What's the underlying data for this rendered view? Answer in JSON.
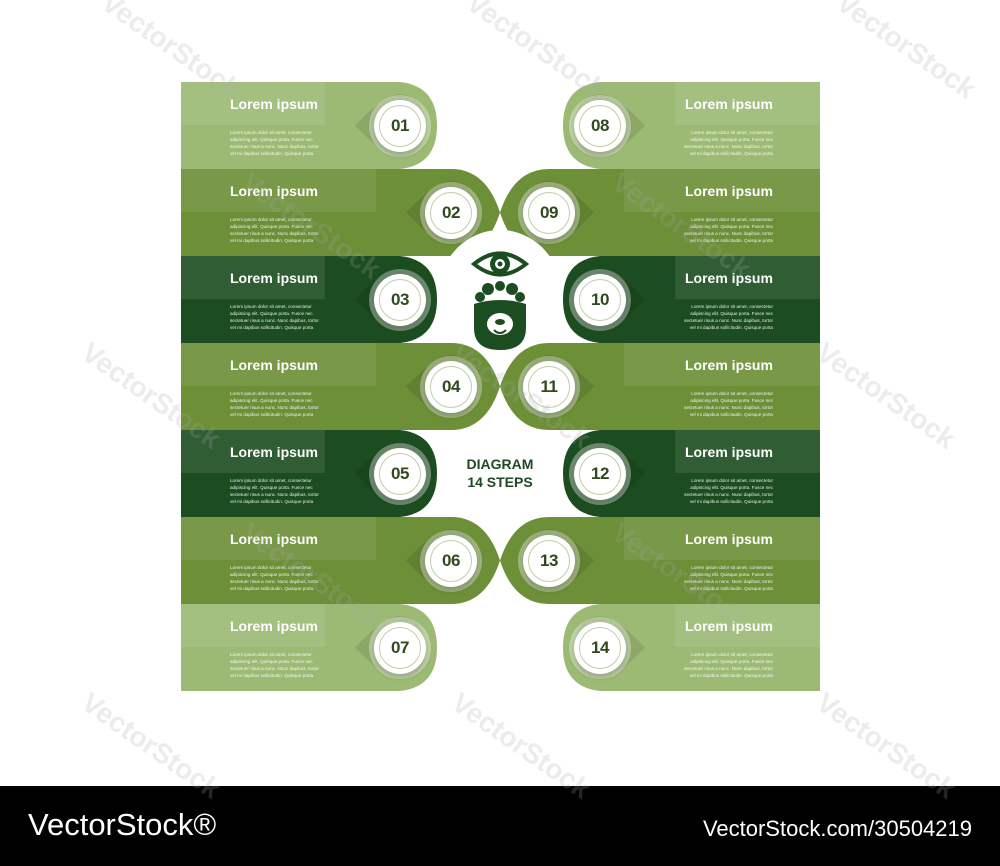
{
  "diagram": {
    "caption_line1": "DIAGRAM",
    "caption_line2": "14 STEPS",
    "colors": {
      "light": "#9cba74",
      "mid": "#6c8f38",
      "dark": "#1c4d20",
      "icon": "#1c4d20"
    },
    "steps": [
      {
        "number": "01",
        "title": "Lorem ipsum",
        "text": "Lorem ipsum dolor sit amet, consectetur adipiscing elit. Quisque porta. Fusce nec sectetuer risus a nunc. Nunc dapibus, tortor vel mi dapibus sollicitudin. Quisque porta",
        "tone": "light"
      },
      {
        "number": "02",
        "title": "Lorem ipsum",
        "text": "Lorem ipsum dolor sit amet, consectetur adipiscing elit. Quisque porta. Fusce nec sectetuer risus a nunc. Nunc dapibus, tortor vel mi dapibus sollicitudin. Quisque porta",
        "tone": "mid"
      },
      {
        "number": "03",
        "title": "Lorem ipsum",
        "text": "Lorem ipsum dolor sit amet, consectetur adipiscing elit. Quisque porta. Fusce nec sectetuer risus a nunc. Nunc dapibus, tortor vel mi dapibus sollicitudin. Quisque porta",
        "tone": "dark"
      },
      {
        "number": "04",
        "title": "Lorem ipsum",
        "text": "Lorem ipsum dolor sit amet, consectetur adipiscing elit. Quisque porta. Fusce nec sectetuer risus a nunc. Nunc dapibus, tortor vel mi dapibus sollicitudin. Quisque porta",
        "tone": "mid"
      },
      {
        "number": "05",
        "title": "Lorem ipsum",
        "text": "Lorem ipsum dolor sit amet, consectetur adipiscing elit. Quisque porta. Fusce nec sectetuer risus a nunc. Nunc dapibus, tortor vel mi dapibus sollicitudin. Quisque porta",
        "tone": "dark"
      },
      {
        "number": "06",
        "title": "Lorem ipsum",
        "text": "Lorem ipsum dolor sit amet, consectetur adipiscing elit. Quisque porta. Fusce nec sectetuer risus a nunc. Nunc dapibus, tortor vel mi dapibus sollicitudin. Quisque porta",
        "tone": "mid"
      },
      {
        "number": "07",
        "title": "Lorem ipsum",
        "text": "Lorem ipsum dolor sit amet, consectetur adipiscing elit. Quisque porta. Fusce nec sectetuer risus a nunc. Nunc dapibus, tortor vel mi dapibus sollicitudin. Quisque porta",
        "tone": "light"
      },
      {
        "number": "08",
        "title": "Lorem ipsum",
        "text": "Lorem ipsum dolor sit amet, consectetur adipiscing elit. Quisque porta. Fusce nec sectetuer risus a nunc. Nunc dapibus, tortor vel mi dapibus sollicitudin. Quisque porta",
        "tone": "light"
      },
      {
        "number": "09",
        "title": "Lorem ipsum",
        "text": "Lorem ipsum dolor sit amet, consectetur adipiscing elit. Quisque porta. Fusce nec sectetuer risus a nunc. Nunc dapibus, tortor vel mi dapibus sollicitudin. Quisque porta",
        "tone": "mid"
      },
      {
        "number": "10",
        "title": "Lorem ipsum",
        "text": "Lorem ipsum dolor sit amet, consectetur adipiscing elit. Quisque porta. Fusce nec sectetuer risus a nunc. Nunc dapibus, tortor vel mi dapibus sollicitudin. Quisque porta",
        "tone": "dark"
      },
      {
        "number": "11",
        "title": "Lorem ipsum",
        "text": "Lorem ipsum dolor sit amet, consectetur adipiscing elit. Quisque porta. Fusce nec sectetuer risus a nunc. Nunc dapibus, tortor vel mi dapibus sollicitudin. Quisque porta",
        "tone": "mid"
      },
      {
        "number": "12",
        "title": "Lorem ipsum",
        "text": "Lorem ipsum dolor sit amet, consectetur adipiscing elit. Quisque porta. Fusce nec sectetuer risus a nunc. Nunc dapibus, tortor vel mi dapibus sollicitudin. Quisque porta",
        "tone": "dark"
      },
      {
        "number": "13",
        "title": "Lorem ipsum",
        "text": "Lorem ipsum dolor sit amet, consectetur adipiscing elit. Quisque porta. Fusce nec sectetuer risus a nunc. Nunc dapibus, tortor vel mi dapibus sollicitudin. Quisque porta",
        "tone": "mid"
      },
      {
        "number": "14",
        "title": "Lorem ipsum",
        "text": "Lorem ipsum dolor sit amet, consectetur adipiscing elit. Quisque porta. Fusce nec sectetuer risus a nunc. Nunc dapibus, tortor vel mi dapibus sollicitudin. Quisque porta",
        "tone": "light"
      }
    ],
    "icons": [
      "eye-icon",
      "lion-head-icon"
    ]
  },
  "watermark": {
    "text": "VectorStock",
    "footer_brand": "VectorStock®",
    "footer_url": "VectorStock.com/30504219"
  }
}
